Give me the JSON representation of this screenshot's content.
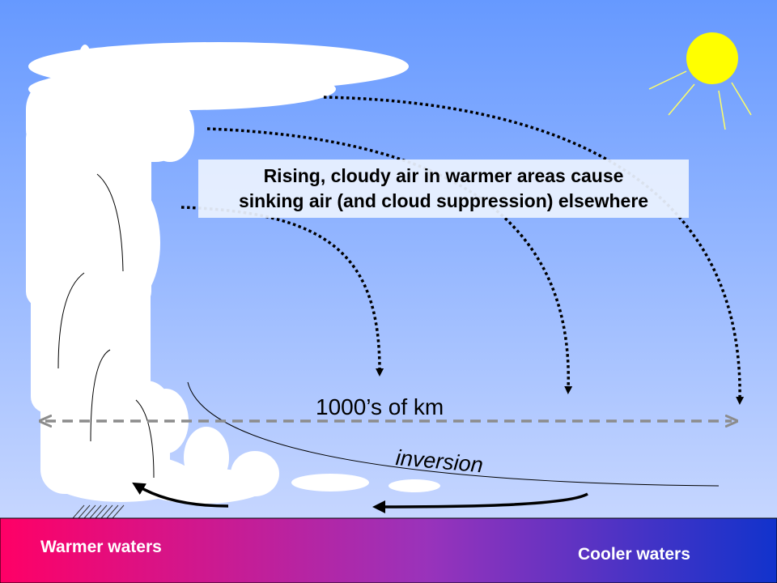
{
  "caption": {
    "line1": "Rising, cloudy air in warmer areas cause",
    "line2": "sinking air (and cloud suppression) elsewhere"
  },
  "distance_label": "1000’s of km",
  "inversion_label": "inversion",
  "water": {
    "warm_label": "Warmer waters",
    "cool_label": "Cooler waters"
  },
  "colors": {
    "sky_top": "#6699ff",
    "sky_bottom": "#c6d6ff",
    "cloud": "#ffffff",
    "sun": "#ffff00",
    "warm_water": "#ff0066",
    "cool_water": "#1133cc",
    "distance_arrow": "#8c8c8c"
  },
  "icons": [
    "sun-icon",
    "cloud",
    "arrow"
  ]
}
